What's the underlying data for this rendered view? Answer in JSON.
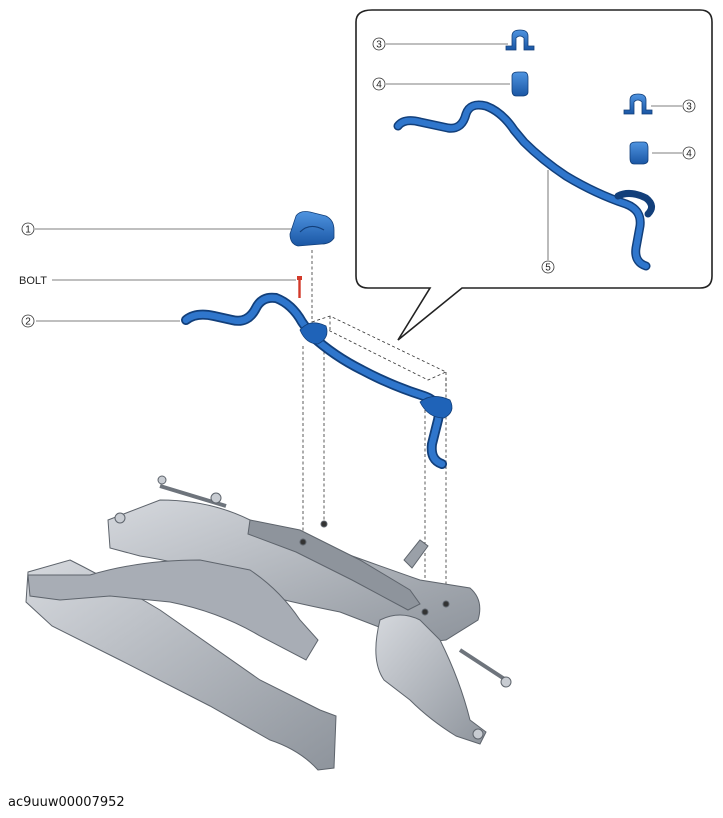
{
  "callouts": {
    "c1": "1",
    "c2": "2",
    "bolt": "BOLT",
    "inset_c3a": "3",
    "inset_c4a": "4",
    "inset_c3b": "3",
    "inset_c4b": "4",
    "inset_c5": "5"
  },
  "figure_id": "ac9uuw00007952",
  "colors": {
    "stabilizer_blue": "#1f63b8",
    "stabilizer_highlight": "#4f94e0",
    "bolt_red": "#d23a2a",
    "subframe_gray": "#b7bcc4",
    "subframe_dark": "#7d838c",
    "leader_line": "#555555"
  }
}
